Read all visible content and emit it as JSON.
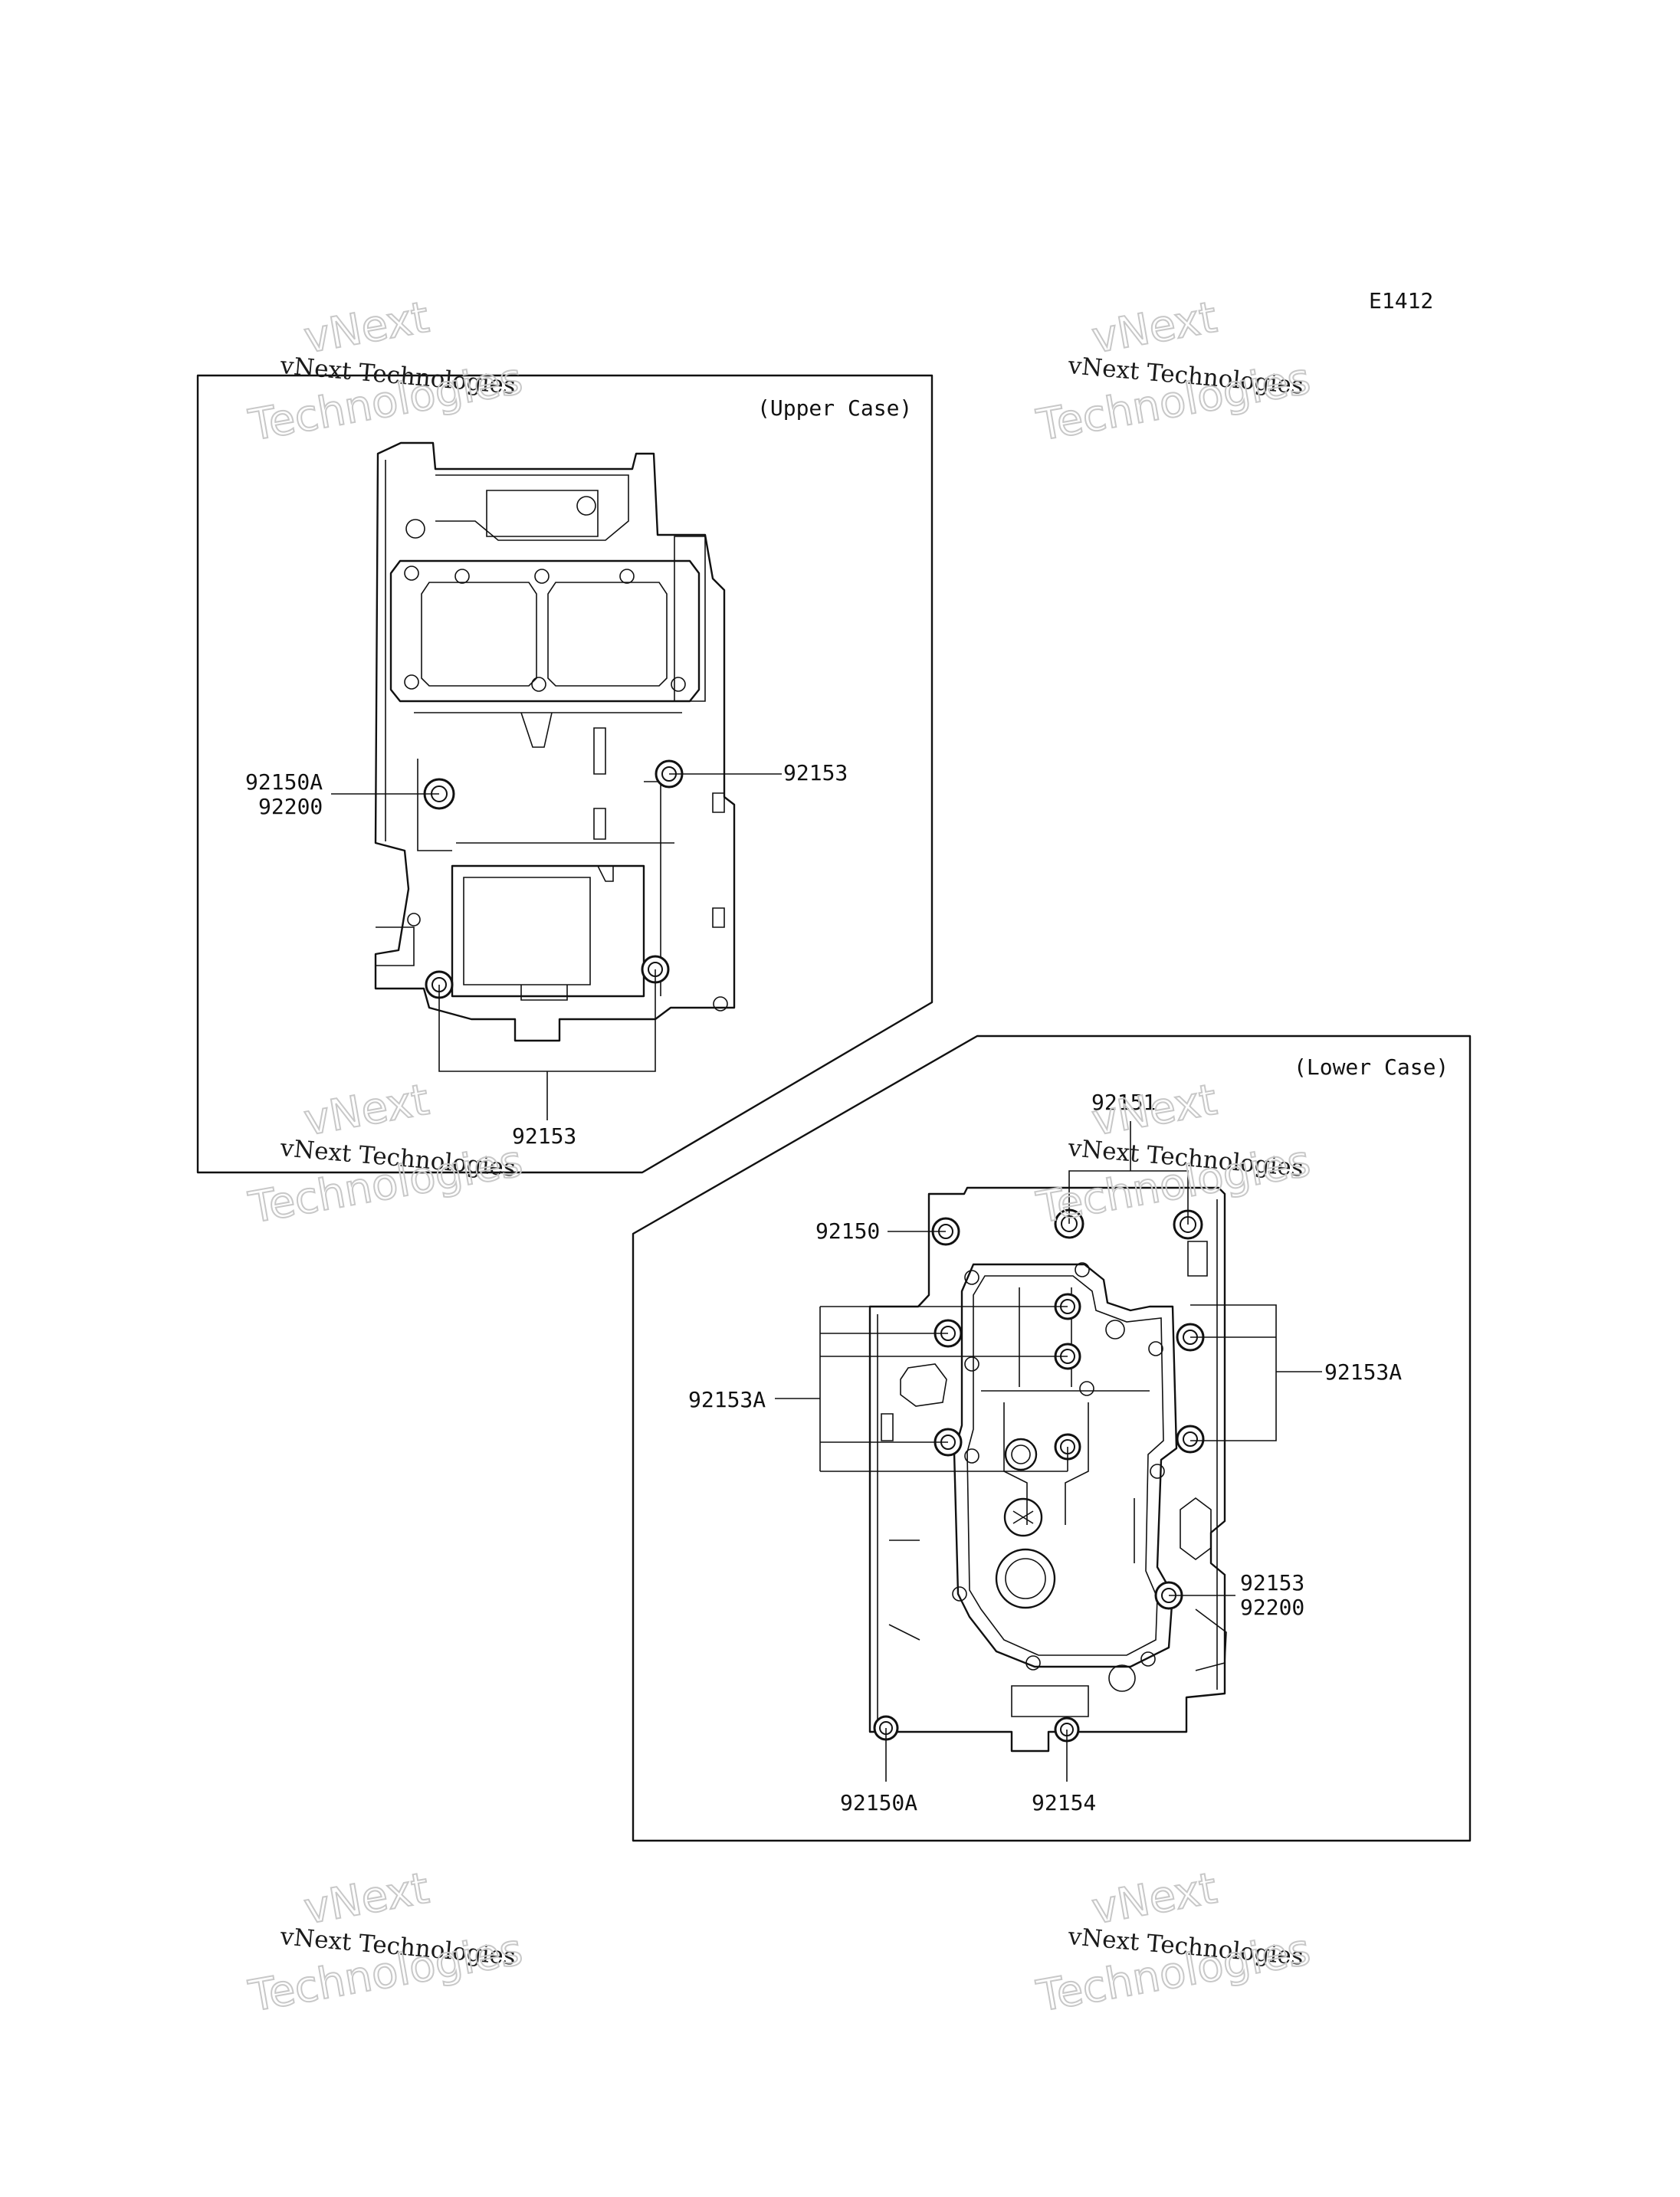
{
  "diagram_code": "E1412",
  "panels": {
    "upper": {
      "title": "(Upper Case)",
      "labels": {
        "bolt_left_1": "92150A",
        "bolt_left_2": "92200",
        "bolt_right": "92153",
        "bolt_bottom": "92153"
      }
    },
    "lower": {
      "title": "(Lower Case)",
      "labels": {
        "top": "92151",
        "top_left": "92150",
        "left_group": "92153A",
        "right_group": "92153A",
        "right_lower_1": "92153",
        "right_lower_2": "92200",
        "bottom_left": "92150A",
        "bottom_center": "92154"
      }
    }
  },
  "watermark": {
    "line1": "vNext",
    "line2": "vNext Technologies",
    "line3": "Technologies"
  }
}
